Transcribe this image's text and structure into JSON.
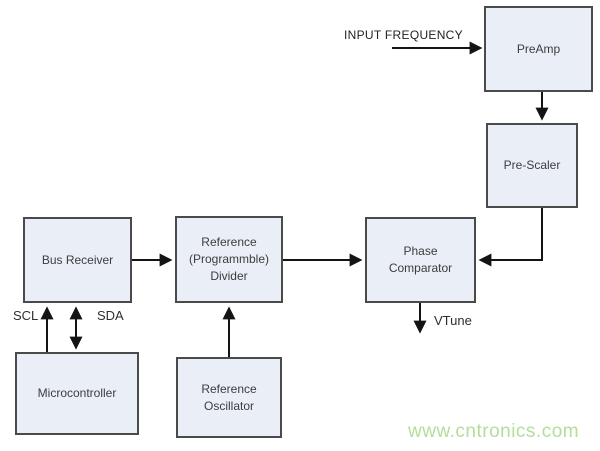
{
  "diagram": {
    "boxes": {
      "preamp": {
        "label": "PreAmp"
      },
      "prescaler": {
        "label": "Pre-Scaler"
      },
      "phase_comparator": {
        "label": [
          "Phase",
          "Comparator"
        ]
      },
      "bus_receiver": {
        "label": "Bus Receiver"
      },
      "reference_divider": {
        "label": [
          "Reference",
          "(Programmble)",
          "Divider"
        ]
      },
      "microcontroller": {
        "label": "Microcontroller"
      },
      "reference_oscillator": {
        "label": [
          "Reference",
          "Oscillator"
        ]
      }
    },
    "labels": {
      "input_frequency": "INPUT FREQUENCY",
      "scl": "SCL",
      "sda": "SDA",
      "vtune": "VTune"
    },
    "connectors": [
      {
        "from": "input_frequency_source",
        "to": "preamp",
        "type": "arrow"
      },
      {
        "from": "preamp",
        "to": "prescaler",
        "type": "arrow"
      },
      {
        "from": "prescaler",
        "to": "phase_comparator",
        "type": "arrow"
      },
      {
        "from": "bus_receiver",
        "to": "reference_divider",
        "type": "arrow"
      },
      {
        "from": "reference_divider",
        "to": "phase_comparator",
        "type": "arrow"
      },
      {
        "from": "microcontroller",
        "to": "bus_receiver",
        "type": "arrow",
        "label": "SCL"
      },
      {
        "from": "microcontroller",
        "to": "bus_receiver",
        "type": "double-arrow",
        "label": "SDA"
      },
      {
        "from": "reference_oscillator",
        "to": "reference_divider",
        "type": "arrow"
      },
      {
        "from": "phase_comparator",
        "to": "vtune_output",
        "type": "arrow",
        "label": "VTune"
      }
    ],
    "watermark": "www.cntronics.com",
    "colors": {
      "box_fill": "#e9eef7",
      "box_border": "#4a4a4a",
      "arrow": "#141414",
      "watermark": "#b3de9b"
    }
  }
}
